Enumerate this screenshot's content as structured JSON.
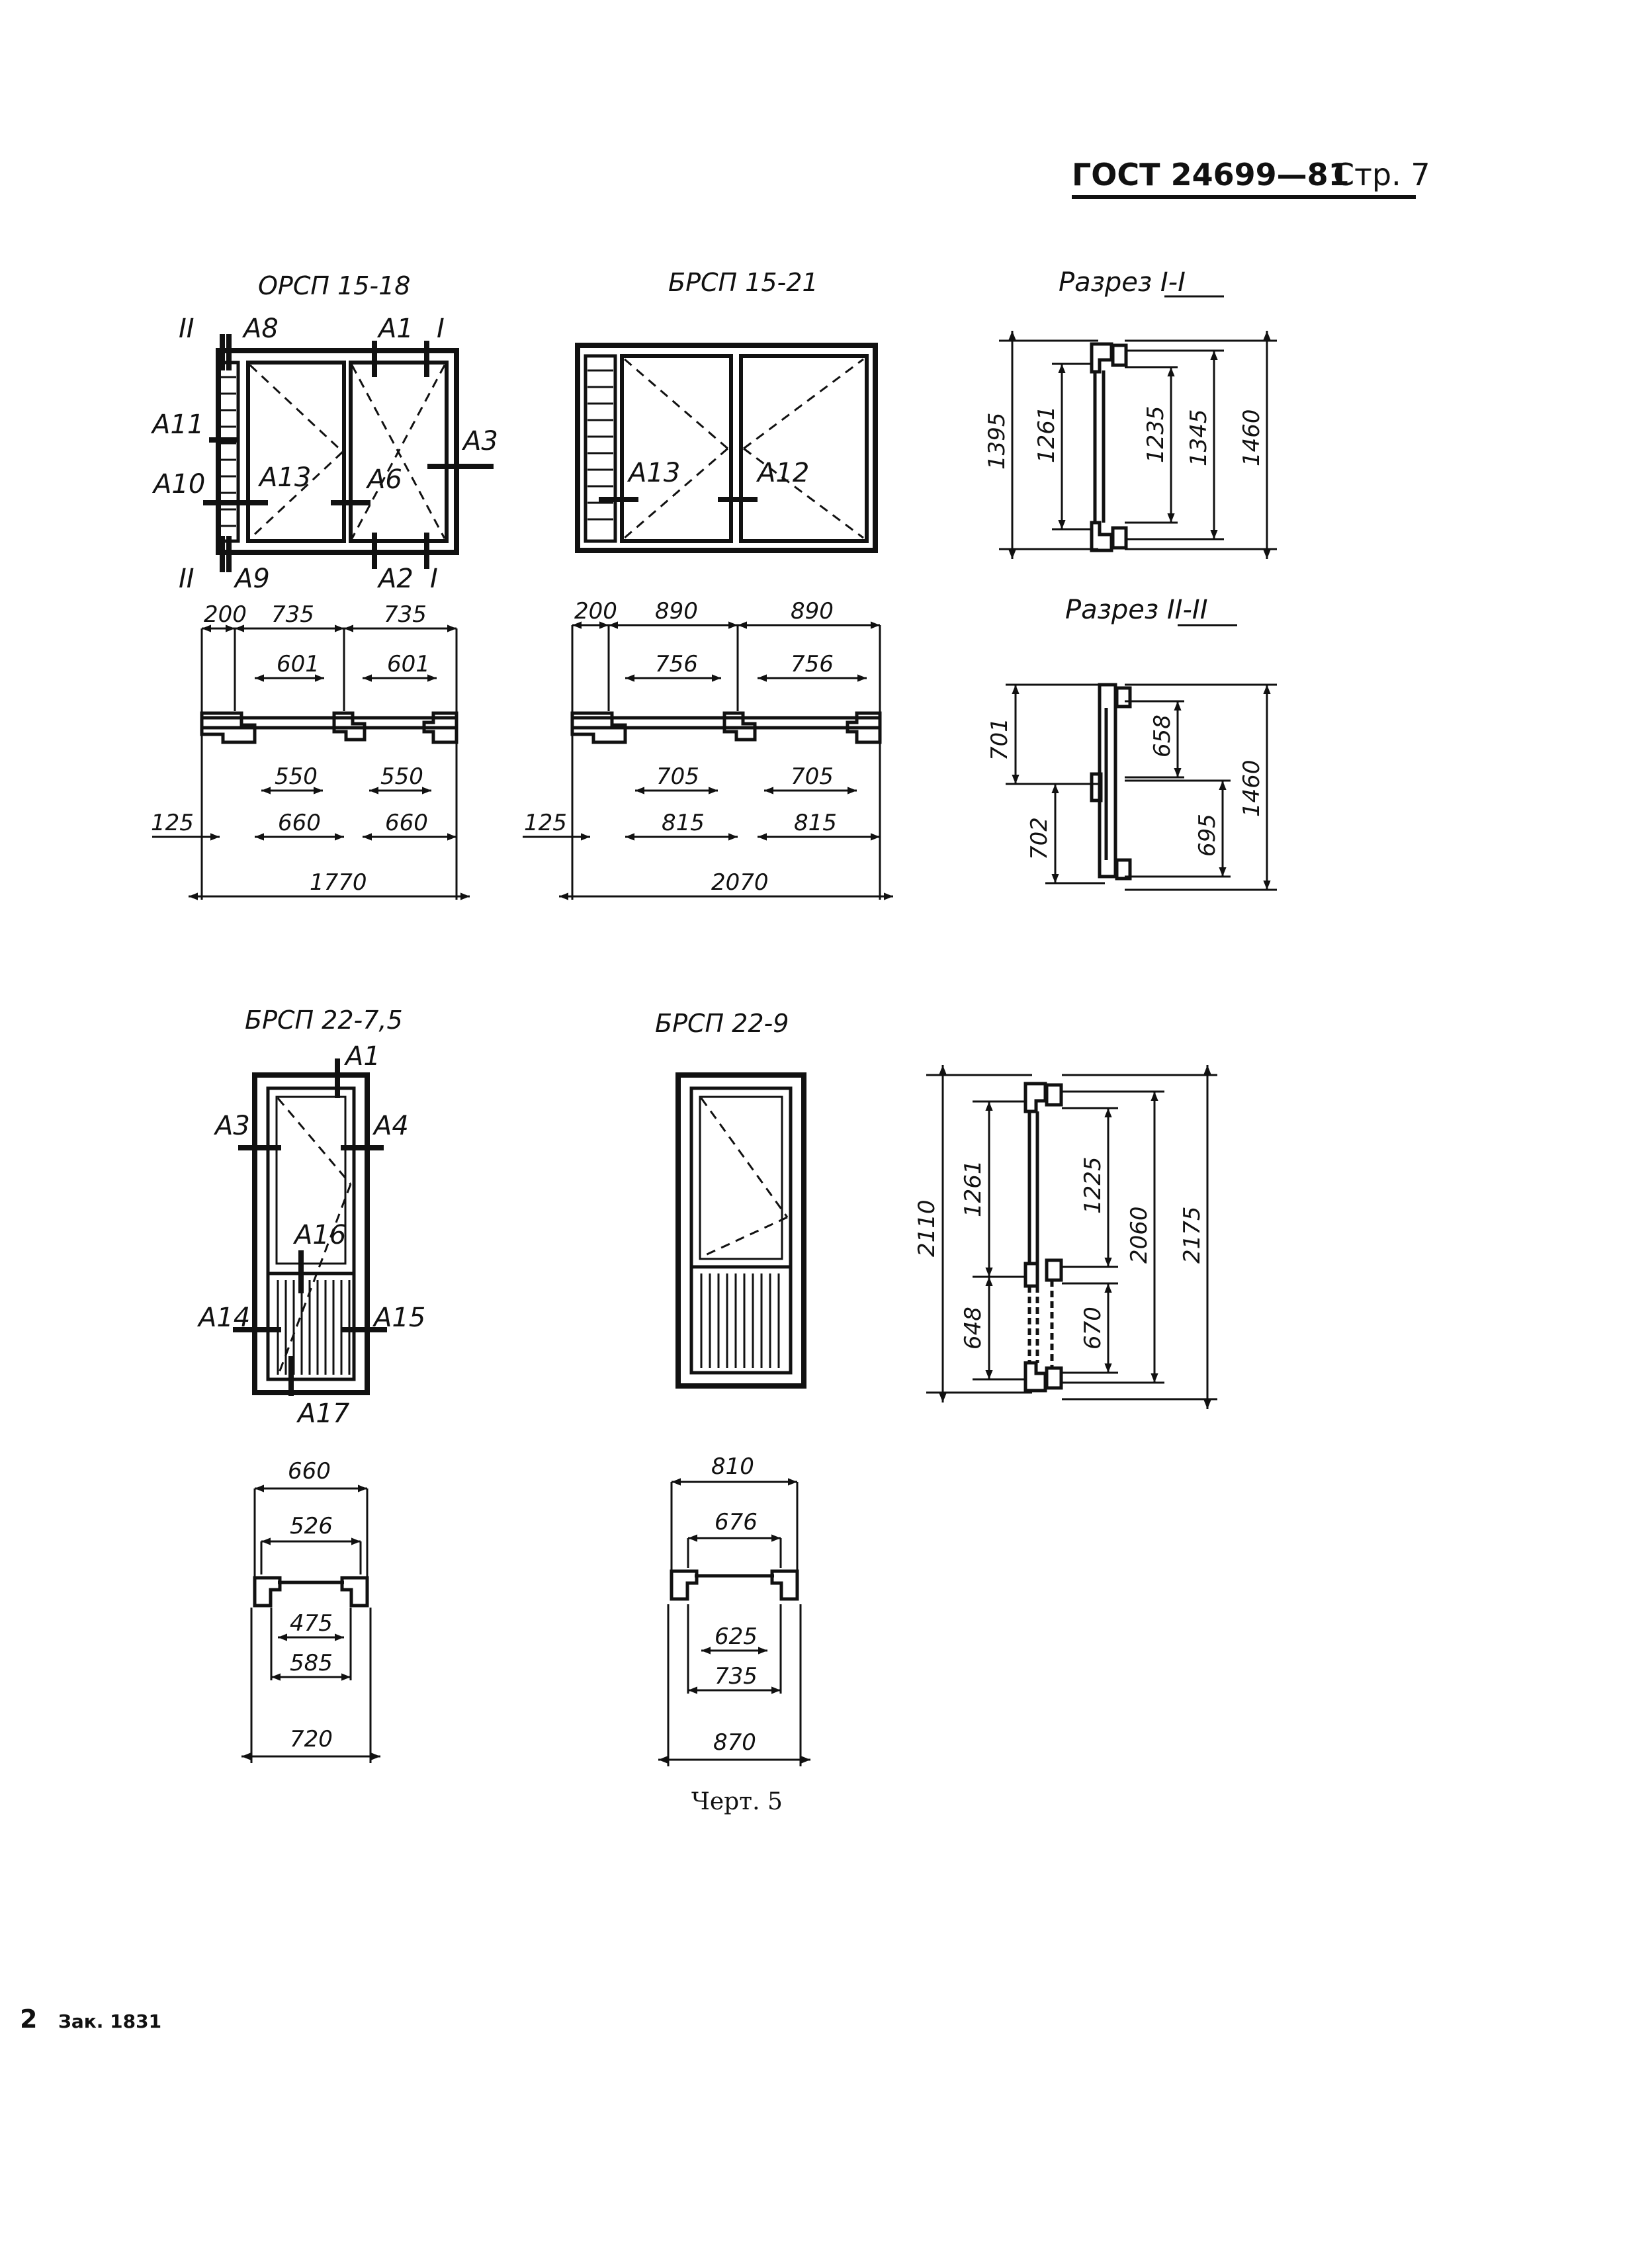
{
  "header": {
    "standard": "ГОСТ 24699—81",
    "page": "Стр. 7"
  },
  "footer": {
    "page_number": "2",
    "order": "Зак. 1831"
  },
  "caption": "Черт. 5",
  "drawings": {
    "orsp_15_18": {
      "title": "ОРСП 15-18",
      "labels": [
        "II",
        "A8",
        "A1",
        "I",
        "A11",
        "A3",
        "A10",
        "A13",
        "A6",
        "II",
        "A9",
        "A2",
        "I"
      ],
      "dims_top": [
        "200",
        "735",
        "735",
        "601",
        "601"
      ],
      "dims_bottom": [
        "550",
        "550",
        "125",
        "660",
        "660",
        "1770"
      ]
    },
    "brsp_15_21": {
      "title": "БРСП 15-21",
      "labels": [
        "A13",
        "A12"
      ],
      "dims_top": [
        "200",
        "890",
        "890",
        "756",
        "756"
      ],
      "dims_bottom": [
        "705",
        "705",
        "125",
        "815",
        "815",
        "2070"
      ]
    },
    "section_1": {
      "title": "Разрез I-I",
      "dims": [
        "1395",
        "1261",
        "1235",
        "1345",
        "1460"
      ]
    },
    "section_2": {
      "title": "Разрез II-II",
      "dims": [
        "701",
        "658",
        "1460",
        "702",
        "695"
      ]
    },
    "brsp_22_75": {
      "title": "БРСП 22-7,5",
      "labels": [
        "A1",
        "A3",
        "A4",
        "A16",
        "A14",
        "A15",
        "A17"
      ],
      "dims": [
        "660",
        "526",
        "475",
        "585",
        "720"
      ]
    },
    "brsp_22_9": {
      "title": "БРСП 22-9",
      "dims": [
        "810",
        "676",
        "625",
        "735",
        "870"
      ]
    },
    "section_door": {
      "dims": [
        "2110",
        "1261",
        "1225",
        "2060",
        "2175",
        "648",
        "670"
      ]
    }
  }
}
